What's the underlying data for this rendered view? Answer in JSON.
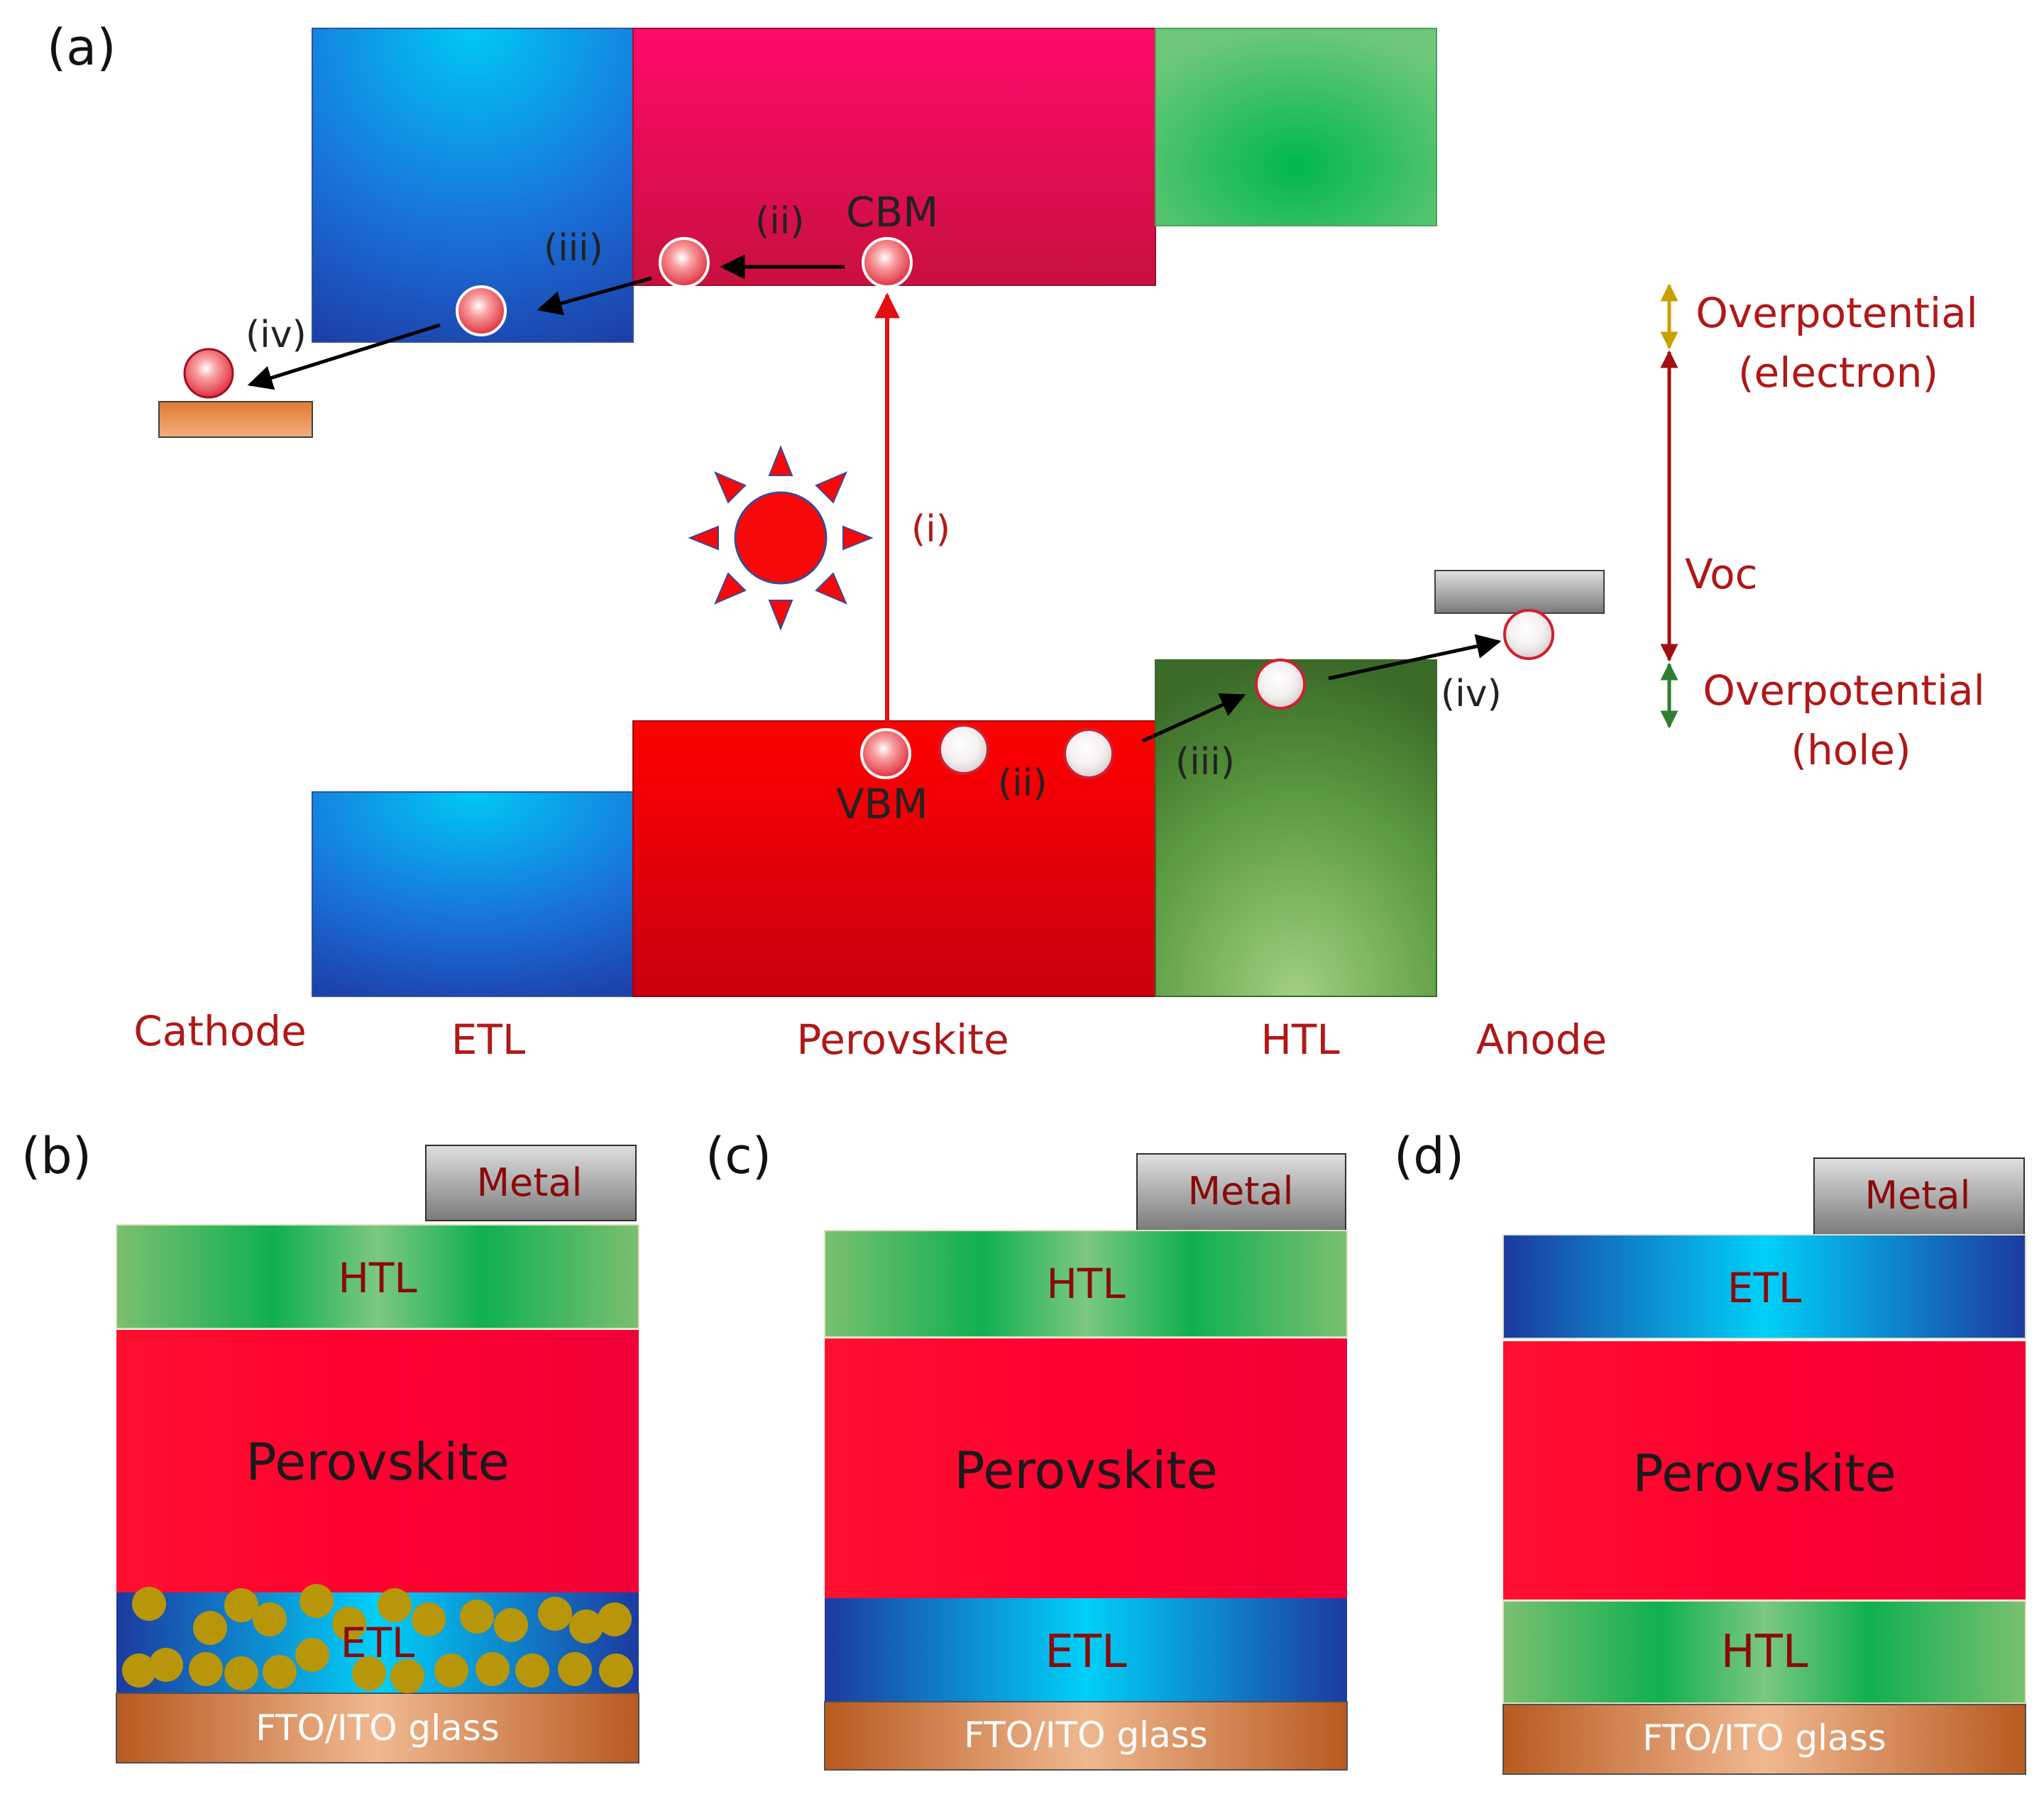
{
  "panels": {
    "a": "(a)",
    "b": "(b)",
    "c": "(c)",
    "d": "(d)"
  },
  "band_diagram": {
    "cbm": "CBM",
    "vbm": "VBM",
    "steps": {
      "i": "(i)",
      "ii": "(ii)",
      "iii": "(iii)",
      "iv": "(iv)"
    },
    "layers": {
      "cathode": "Cathode",
      "etl": "ETL",
      "perovskite": "Perovskite",
      "htl": "HTL",
      "anode": "Anode"
    },
    "energy_scale": {
      "overpotential_electron": [
        "Overpotential",
        "(electron)"
      ],
      "voc": "Voc",
      "overpotential_hole": [
        "Overpotential",
        "(hole)"
      ]
    }
  },
  "stacks": {
    "b": {
      "metal": "Metal",
      "top": "HTL",
      "absorber": "Perovskite",
      "bottom": "ETL",
      "substrate": "FTO/ITO glass"
    },
    "c": {
      "metal": "Metal",
      "top": "HTL",
      "absorber": "Perovskite",
      "bottom": "ETL",
      "substrate": "FTO/ITO glass"
    },
    "d": {
      "metal": "Metal",
      "top": "ETL",
      "absorber": "Perovskite",
      "bottom": "HTL",
      "substrate": "FTO/ITO glass"
    }
  },
  "colors": {
    "etl": "#1e5fc8",
    "etl_light": "#00c8f5",
    "htl": "#1fb04a",
    "htl_dark": "#3e7a2a",
    "perovskite": "#f0003a",
    "cbm_band": "#e0105a",
    "electron": "#e8504a",
    "arrow_red": "#e01010",
    "overpotential_electron": "#c8a000",
    "voc": "#a01010",
    "overpotential_hole": "#2e7d32",
    "nanoparticle": "#b8960a",
    "fto": "#c86a2a",
    "metal": "#9a9a9a"
  }
}
